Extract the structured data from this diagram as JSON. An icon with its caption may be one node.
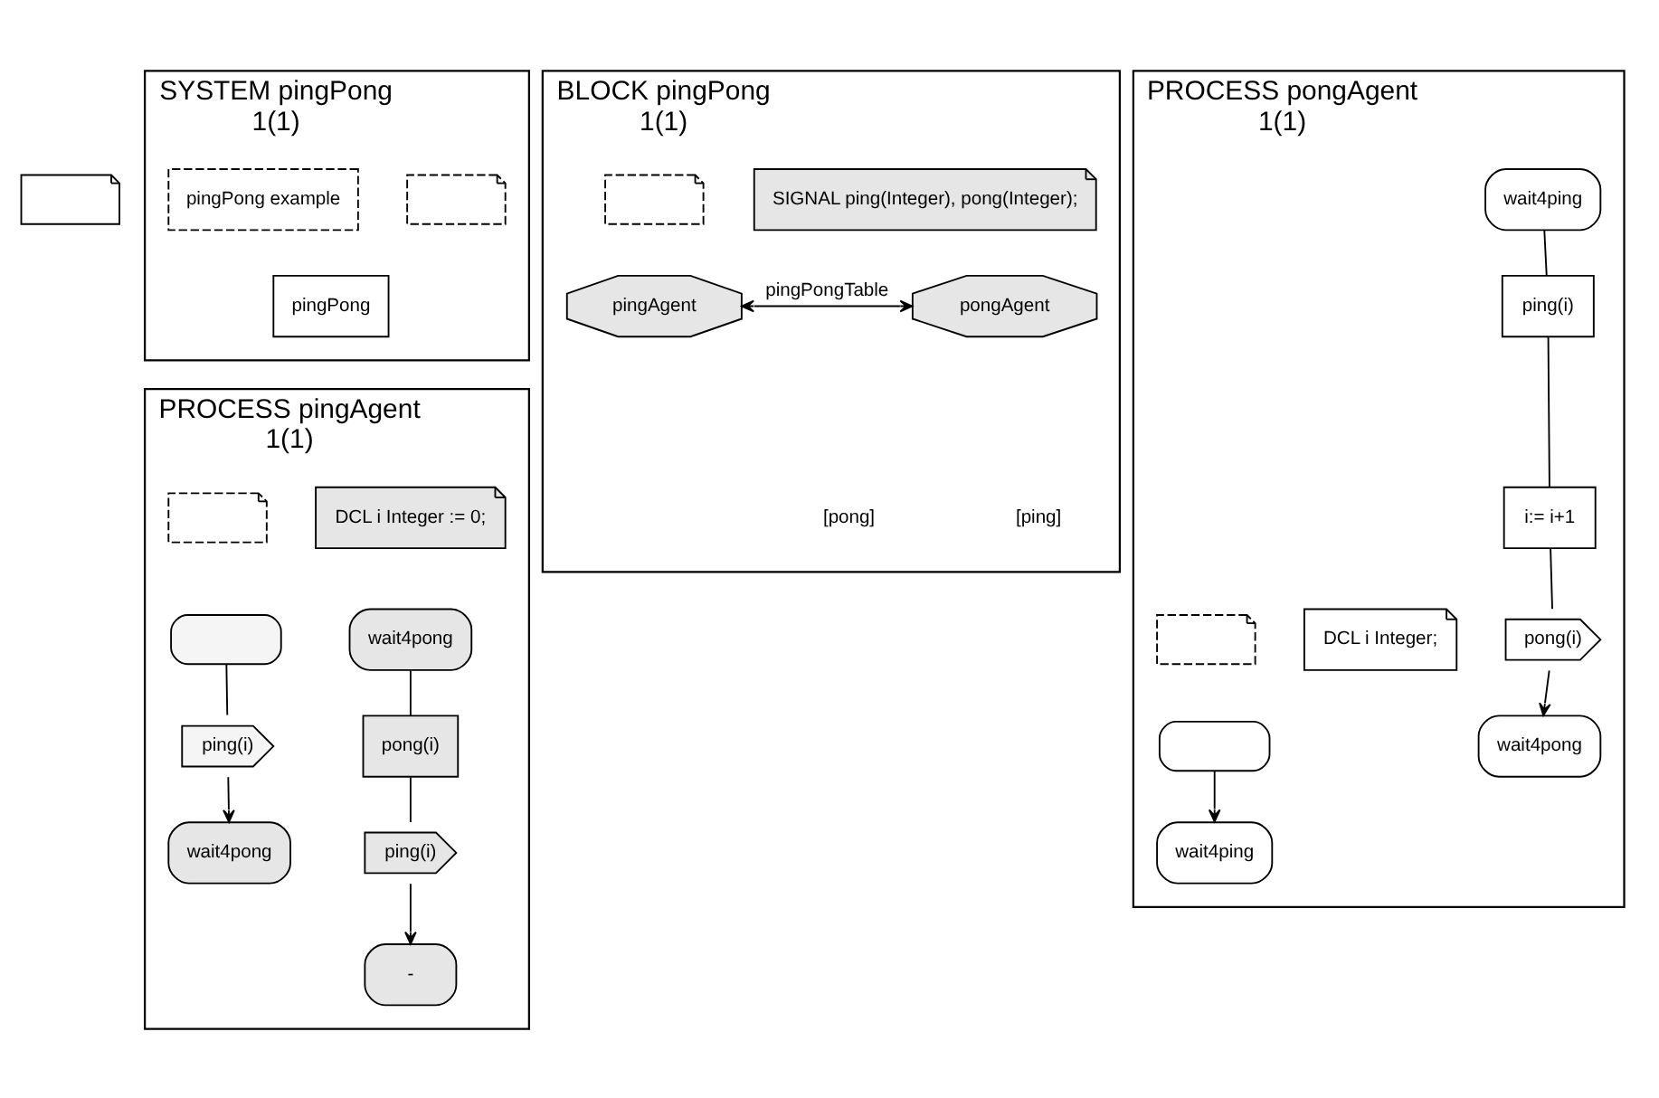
{
  "diagram": {
    "nodes": [
      {
        "text": [],
        "shape": "note"
      },
      {
        "text": [
          "SYSTEM pingPong",
          "1(1)"
        ]
      },
      {
        "text": [],
        "shape": "note",
        "in": 1
      },
      {
        "text": [
          "pingPong example"
        ],
        "in": 1
      },
      {
        "text": [
          "pingPong"
        ],
        "in": 1
      },
      {
        "text": [
          "BLOCK pingPong",
          "1(1)"
        ]
      },
      {
        "text": [],
        "shape": "note",
        "in": 5
      },
      {
        "text": [
          "SIGNAL ping(Integer), pong(Integer);"
        ],
        "in": 5
      },
      {
        "text": [
          "pingAgent"
        ],
        "in": 5
      },
      {
        "text": [
          "pongAgent"
        ],
        "in": 5
      },
      {
        "text": [
          "PROCESS pingAgent",
          "1(1)"
        ]
      },
      {
        "text": [],
        "shape": "note",
        "in": 10
      },
      {
        "text": [
          "DCL i Integer := 0;"
        ],
        "in": 10
      },
      {
        "text": [],
        "shape": "oval",
        "in": 10
      },
      {
        "text": [
          "ping(i)"
        ],
        "in": 10
      },
      {
        "text": [
          "wait4pong"
        ],
        "in": 10
      },
      {
        "text": [
          "wait4pong"
        ],
        "in": 10
      },
      {
        "text": [
          "pong(i)"
        ],
        "in": 10
      },
      {
        "text": [
          "ping(i)"
        ],
        "in": 10
      },
      {
        "text": [
          "-"
        ],
        "in": 10
      },
      {
        "text": [
          "PROCESS pongAgent",
          "1(1)"
        ]
      },
      {
        "text": [],
        "shape": "note",
        "in": 20
      },
      {
        "text": [
          "wait4ping"
        ],
        "in": 20
      },
      {
        "text": [
          "DCL i Integer;"
        ],
        "in": 20
      },
      {
        "text": [],
        "shape": "oval",
        "in": 20
      },
      {
        "text": [
          "wait4ping"
        ],
        "in": 20
      },
      {
        "text": [
          "ping(i)"
        ],
        "in": 20
      },
      {
        "text": [
          "i:= i+1"
        ],
        "in": 20
      },
      {
        "text": [
          "pong(i)"
        ],
        "in": 20
      },
      {
        "text": [
          "wait4pong"
        ],
        "in": 20
      }
    ],
    "edges": [
      {
        "from": 8,
        "to": 9,
        "arrow": "both",
        "label": "pingPongTable"
      },
      {
        "from": 13,
        "to": 14,
        "arrow": "none"
      },
      {
        "from": 14,
        "to": 15,
        "arrow": "to"
      },
      {
        "from": 16,
        "to": 17,
        "arrow": "none"
      },
      {
        "from": 17,
        "to": 18,
        "arrow": "none"
      },
      {
        "from": 18,
        "to": 19,
        "arrow": "to"
      },
      {
        "from": 24,
        "to": 25,
        "arrow": "to"
      },
      {
        "from": 22,
        "to": 26,
        "arrow": "none"
      },
      {
        "from": 26,
        "to": 27,
        "arrow": "none"
      },
      {
        "from": 27,
        "to": 28,
        "arrow": "none"
      },
      {
        "from": 28,
        "to": 29,
        "arrow": "to"
      }
    ],
    "labels": [
      "[pong]",
      "[ping]"
    ]
  }
}
